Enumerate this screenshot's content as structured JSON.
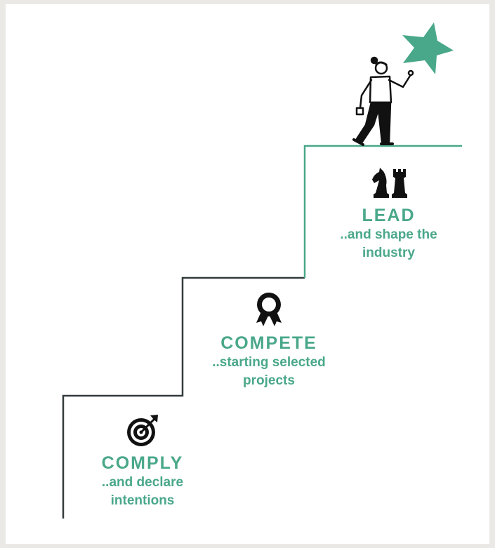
{
  "colors": {
    "accent": "#4aa88a",
    "line": "#333a3b",
    "dark": "#111111"
  },
  "steps": [
    {
      "icon": "target-icon",
      "title": "COMPLY",
      "subtitle_lines": [
        "..and declare",
        "intentions"
      ]
    },
    {
      "icon": "award-ribbon-icon",
      "title": "COMPETE",
      "subtitle_lines": [
        "..starting selected",
        "projects"
      ]
    },
    {
      "icon": "chess-pieces-icon",
      "title": "LEAD",
      "subtitle_lines": [
        "..and shape the",
        "industry"
      ]
    }
  ],
  "illustration": {
    "figure": "person-reaching-icon",
    "star": "star-icon"
  }
}
